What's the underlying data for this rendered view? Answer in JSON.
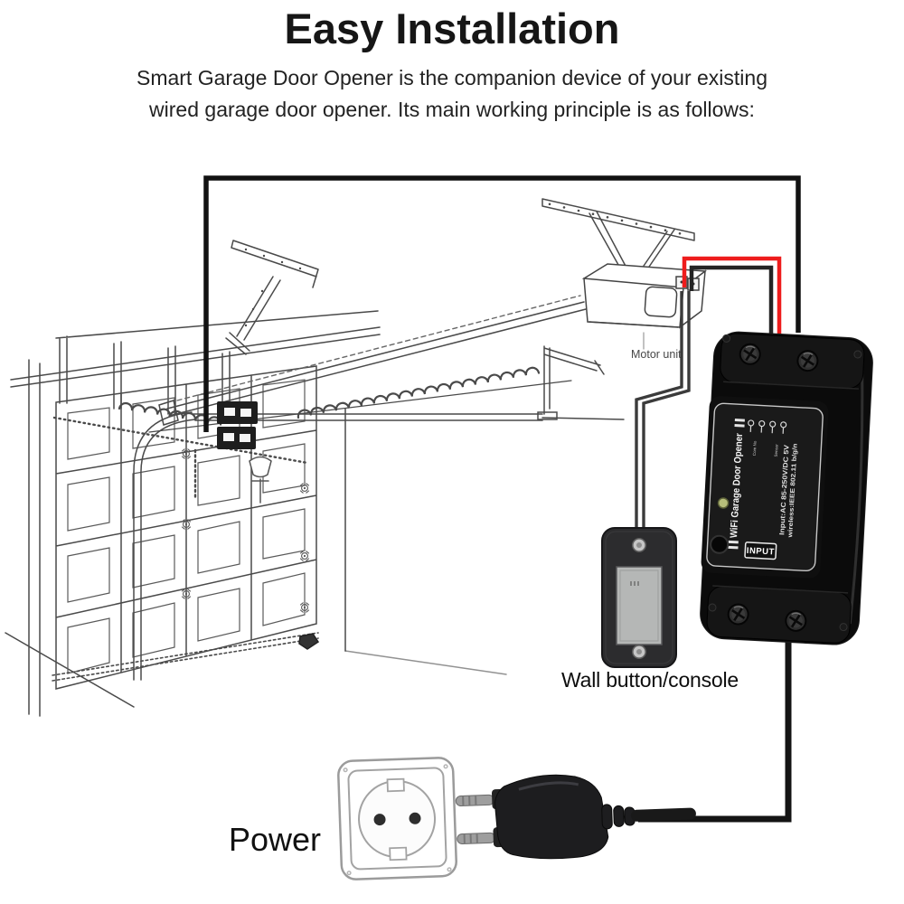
{
  "page": {
    "title": "Easy Installation",
    "subtitle_line1": "Smart Garage Door Opener is the companion device of your existing",
    "subtitle_line2": "wired garage door opener. Its main working principle is as follows:"
  },
  "diagram": {
    "labels": {
      "motor_unit": "Motor unit",
      "wall_button": "Wall button/console",
      "power": "Power"
    },
    "device": {
      "name": "WiFi Garage Door Opener",
      "spec_line1": "Input:AC 85-250V/DC 5V",
      "spec_line2": "wireless:IEEE 802.11 b/g/n",
      "input_port_label": "INPUT",
      "terminal_label_left": "Com No",
      "terminal_label_right": "Sensor"
    },
    "colors": {
      "wire_red": "#ee1c1c",
      "wire_black": "#242424",
      "power_line": "#141414",
      "border_line": "#121212",
      "line_art": "#4a4a4a",
      "device_body": "#0b0b0b",
      "led": "#b6bd7a"
    }
  }
}
